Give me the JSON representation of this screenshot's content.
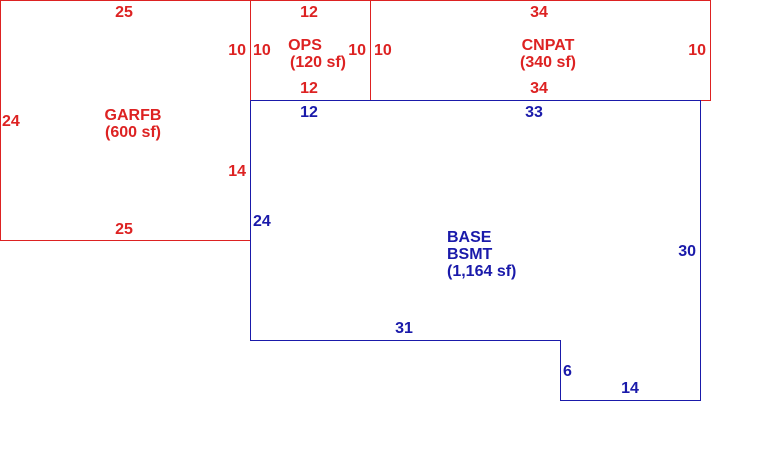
{
  "colors": {
    "addition": "#dd2222",
    "base": "#1a1aaa",
    "background": "#ffffff"
  },
  "areas": {
    "garfb": {
      "code": "GARFB",
      "area": "(600 sf)"
    },
    "ops": {
      "code": "OPS",
      "area": "(120 sf)"
    },
    "cnpat": {
      "code": "CNPAT",
      "area": "(340 sf)"
    },
    "base": {
      "code": "BASE",
      "subcode": "BSMT",
      "area": "(1,164 sf)"
    }
  },
  "dimensions": {
    "garfb": {
      "top": "25",
      "bottom": "25",
      "left": "24",
      "right_upper": "10",
      "right_lower": "14"
    },
    "ops": {
      "top": "12",
      "bottom": "12",
      "left": "10",
      "right": "10"
    },
    "cnpat": {
      "top": "34",
      "bottom": "34",
      "left": "10",
      "right": "10"
    },
    "base": {
      "top_left": "12",
      "top_right": "33",
      "left": "24",
      "right": "30",
      "bottom_left": "31",
      "step": "6",
      "bottom_right": "14"
    }
  }
}
